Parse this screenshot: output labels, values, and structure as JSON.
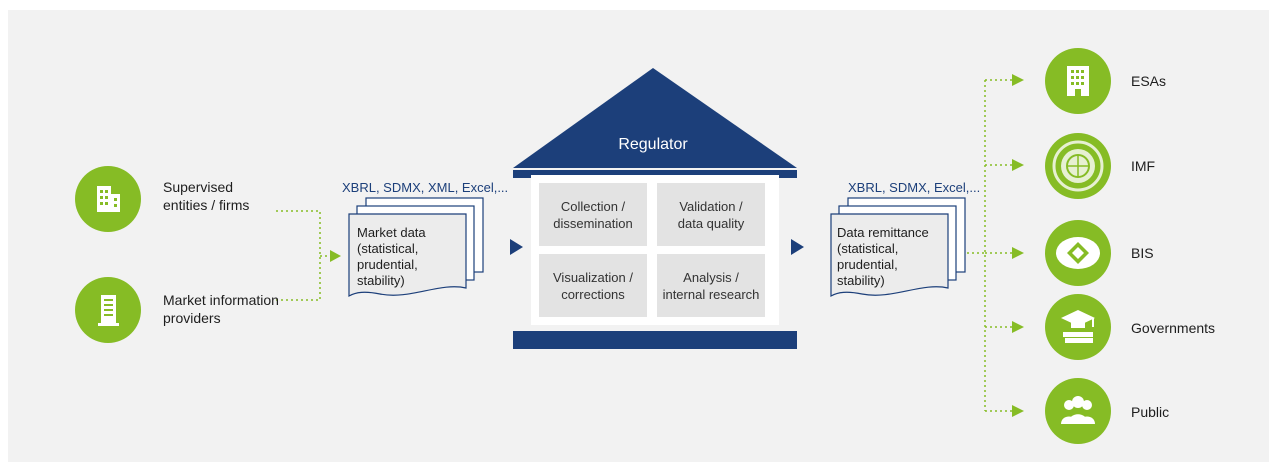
{
  "sources": {
    "supervised": {
      "label_line1": "Supervised",
      "label_line2": "entities / firms",
      "icon": "office-building-icon"
    },
    "providers": {
      "label_line1": "Market information",
      "label_line2": "providers",
      "icon": "building-icon"
    }
  },
  "input_doc": {
    "formats": "XBRL, SDMX, XML, Excel,...",
    "line1": "Market data",
    "line2": "(statistical,",
    "line3": "prudential,",
    "line4": "stability)"
  },
  "regulator": {
    "title": "Regulator",
    "boxes": [
      {
        "line1": "Collection /",
        "line2": "dissemination"
      },
      {
        "line1": "Validation /",
        "line2": "data quality"
      },
      {
        "line1": "Visualization /",
        "line2": "corrections"
      },
      {
        "line1": "Analysis /",
        "line2": "internal research"
      }
    ]
  },
  "output_doc": {
    "formats": "XBRL, SDMX, Excel,...",
    "line1": "Data remittance",
    "line2": "(statistical,",
    "line3": "prudential,",
    "line4": "stability)"
  },
  "recipients": [
    {
      "label": "ESAs",
      "icon": "office-building-icon"
    },
    {
      "label": "IMF",
      "icon": "imf-seal-icon"
    },
    {
      "label": "BIS",
      "icon": "bis-logo-icon"
    },
    {
      "label": "Governments",
      "icon": "graduation-cap-books-icon"
    },
    {
      "label": "Public",
      "icon": "people-group-icon"
    }
  ],
  "colors": {
    "green": "#86bc25",
    "navy": "#1c3f7a",
    "box": "#e3e3e3",
    "background": "#f2f2f2"
  }
}
